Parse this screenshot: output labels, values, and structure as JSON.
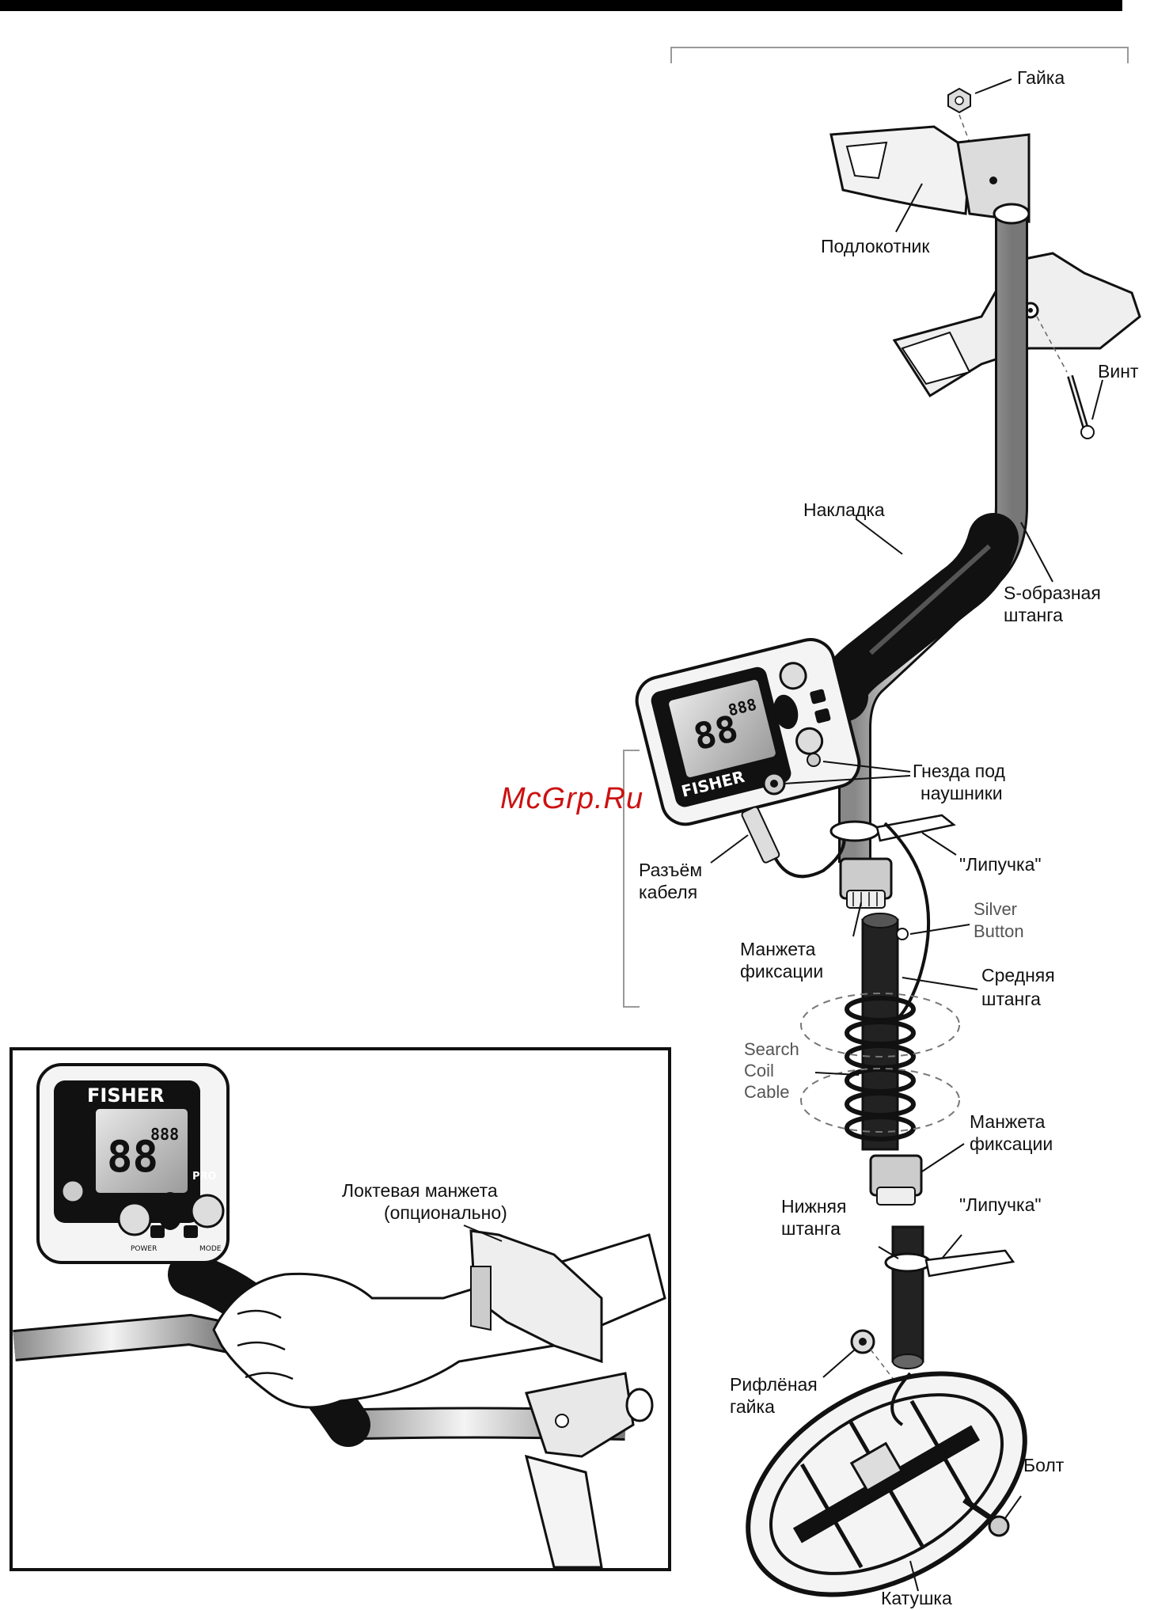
{
  "watermark": "McGrp.Ru",
  "labels": {
    "nut": "Гайка",
    "armrest": "Подлокотник",
    "screw": "Винт",
    "grip": "Накладка",
    "s_rod_1": "S-образная",
    "s_rod_2": "штанга",
    "headphone_1": "Гнезда под",
    "headphone_2": "наушники",
    "velcro_top": "\"Липучка\"",
    "cable_conn_1": "Разъём",
    "cable_conn_2": "кабеля",
    "silver_1": "Silver",
    "silver_2": "Button",
    "lock_top_1": "Манжета",
    "lock_top_2": "фиксации",
    "middle_rod_1": "Средняя",
    "middle_rod_2": "штанга",
    "search_1": "Search",
    "search_2": "Coil",
    "search_3": "Cable",
    "lock_bottom_1": "Манжета",
    "lock_bottom_2": "фиксации",
    "lower_rod_1": "Нижняя",
    "lower_rod_2": "штанга",
    "velcro_bottom": "\"Липучка\"",
    "knurled_1": "Рифлёная",
    "knurled_2": "гайка",
    "bolt": "Болт",
    "coil": "Катушка",
    "elbow_cuff_1": "Локтевая манжета",
    "elbow_cuff_2": "(опционально)"
  },
  "brand": {
    "logo_text": "FISHER",
    "display_digits": "88",
    "display_small": "888",
    "badge": "PRO",
    "button_power": "POWER",
    "button_mode": "MODE"
  }
}
